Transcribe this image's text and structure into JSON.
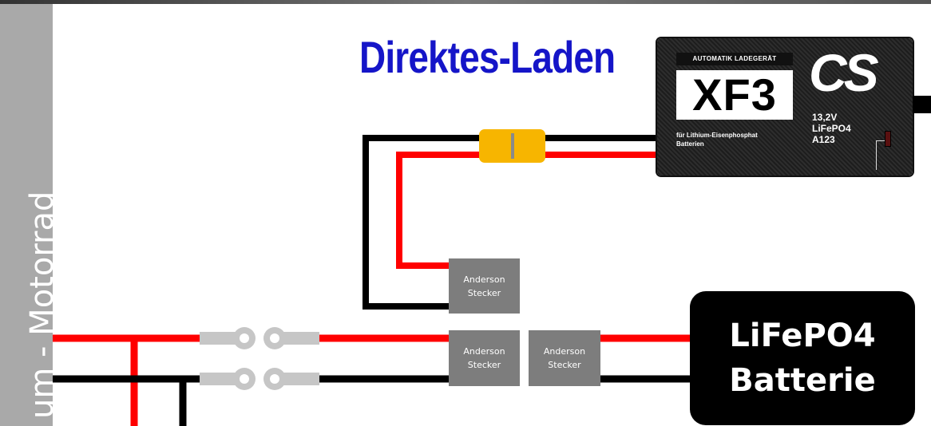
{
  "sidebar": {
    "label": "um - Motorrad"
  },
  "title": "Direktes-Laden",
  "charger": {
    "header": "AUTOMATIK LADEGERÄT",
    "model": "XF3",
    "logo": "CS",
    "description_line1": "für Lithium-Eisenphosphat",
    "description_line2": "Batterien",
    "spec_line1": "13,2V",
    "spec_line2": "LiFePO4",
    "spec_line3": "A123"
  },
  "connectors": [
    {
      "line1": "Anderson",
      "line2": "Stecker"
    },
    {
      "line1": "Anderson",
      "line2": "Stecker"
    },
    {
      "line1": "Anderson",
      "line2": "Stecker"
    }
  ],
  "battery": {
    "line1": "LiFePO4",
    "line2": "Batterie"
  },
  "colors": {
    "title": "#1515c8",
    "positive_wire": "#ff0000",
    "negative_wire": "#000000",
    "connector": "#7d7d7d",
    "fuse": "#f7b500",
    "sidebar": "#a9a9a9"
  },
  "icons": [
    "inline-fuse-icon",
    "ring-terminal-icon",
    "charger-device-icon"
  ]
}
